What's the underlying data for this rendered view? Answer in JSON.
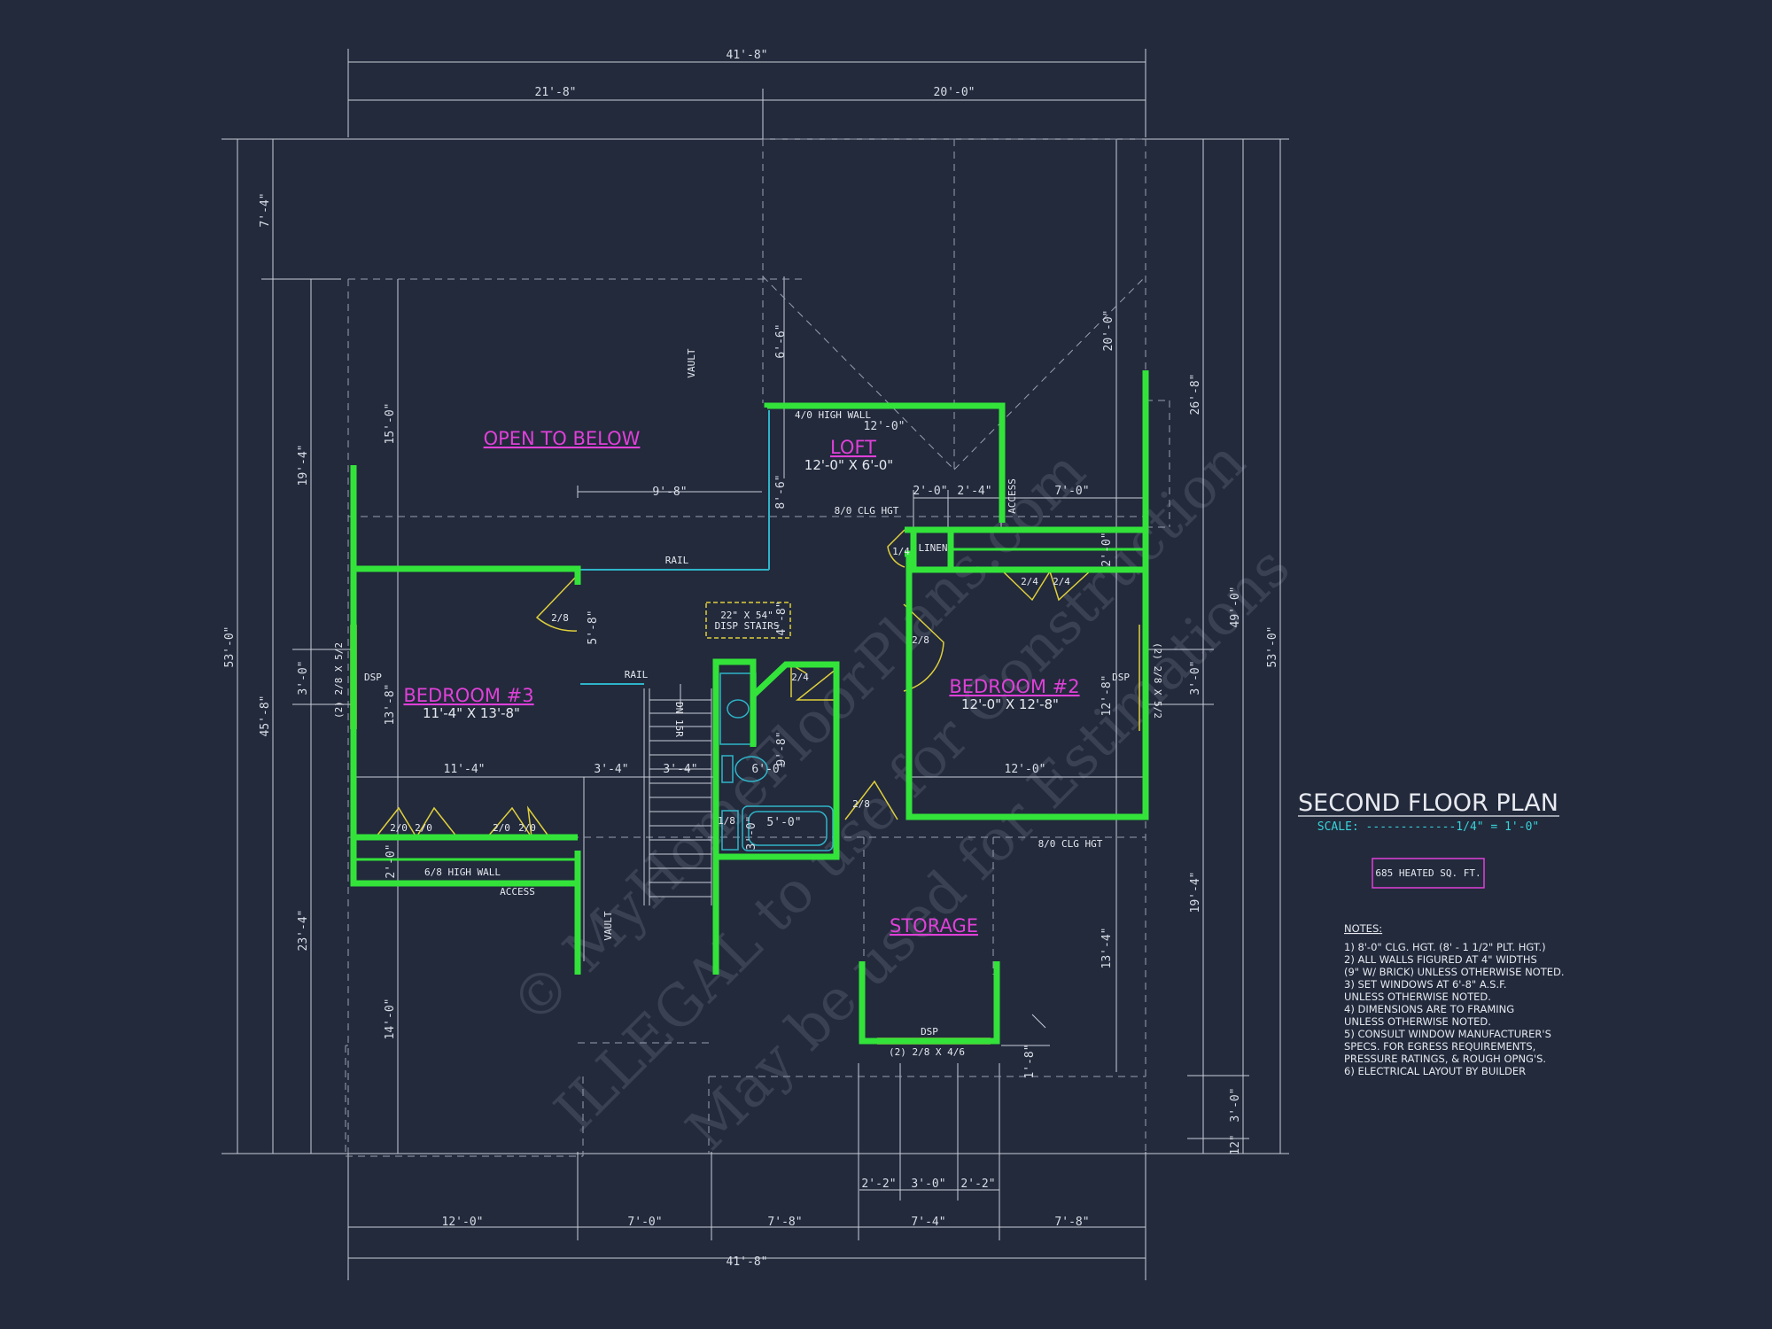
{
  "title": "SECOND FLOOR PLAN",
  "scale": "SCALE: -------------1/4\" = 1'-0\"",
  "heated_area": "685 HEATED SQ. FT.",
  "watermark": [
    "© MyHomeFloorPlans.com",
    "ILLEGAL to use for Construction",
    "May be used for Estimations"
  ],
  "rooms": {
    "open_to_below": "OPEN TO BELOW",
    "loft": "LOFT",
    "loft_size": "12'-0\" X 6'-0\"",
    "bedroom3": "BEDROOM #3",
    "bedroom3_size": "11'-4\" X 13'-8\"",
    "bedroom2": "BEDROOM #2",
    "bedroom2_size": "12'-0\" X 12'-8\"",
    "storage": "STORAGE"
  },
  "dimensions": {
    "top_total": "41'-8\"",
    "top_left": "21'-8\"",
    "top_right": "20'-0\"",
    "bottom_total": "41'-8\"",
    "bottom_1": "12'-0\"",
    "bottom_2": "7'-0\"",
    "bottom_3": "7'-8\"",
    "bottom_4": "7'-4\"",
    "bottom_5": "7'-8\"",
    "bottom_sub_1": "2'-2\"",
    "bottom_sub_2": "3'-0\"",
    "bottom_sub_3": "2'-2\"",
    "left_total": "53'-0\"",
    "left_top": "7'-4\"",
    "left_mid": "45'-8\"",
    "left_193": "19'-4\"",
    "left_30": "3'-0\"",
    "left_234": "23'-4\"",
    "right_total": "53'-0\"",
    "right_268": "26'-8\"",
    "right_490": "49'-0\"",
    "right_200": "20'-0\"",
    "right_30": "3'-0\"",
    "right_194": "19'-4\"",
    "right_30b": "3'-0\"",
    "right_12": "12\"",
    "d_150": "15'-0\"",
    "d_140": "14'-0\"",
    "d_138": "13'-8\"",
    "d_98": "9'-8\"",
    "d_66": "6'-6\"",
    "d_86": "8'-6\"",
    "d_120_loft": "12'-0\"",
    "d_20": "2'-0\"",
    "d_24": "2'-4\"",
    "d_70": "7'-0\"",
    "d_58": "5'-8\"",
    "d_114": "11'-4\"",
    "d_34a": "3'-4\"",
    "d_34b": "3'-4\"",
    "d_60": "6'-0\"",
    "d_98b": "9'-8\"",
    "d_50": "5'-0\"",
    "d_120_bed2": "12'-0\"",
    "d_128": "12'-8\"",
    "d_134": "13'-4\"",
    "d_18": "1'-8\"",
    "d_48": "4'-8\"",
    "d_20b": "2'-0\"",
    "d_30_r": "3'-0\"",
    "d_20c": "2'-0\""
  },
  "labels": {
    "high_wall_top": "4/0 HIGH WALL",
    "high_wall_bottom": "6/8 HIGH WALL",
    "clg_hgt_1": "8/0 CLG HGT",
    "clg_hgt_2": "8/0 CLG HGT",
    "access_1": "ACCESS",
    "access_2": "ACCESS",
    "linen": "LINEN",
    "rail_1": "RAIL",
    "rail_2": "RAIL",
    "vault_1": "VAULT",
    "vault_2": "VAULT",
    "disp_stairs_1": "22\" X 54\"",
    "disp_stairs_2": "DISP STAIRS",
    "dn": "DN 15R",
    "dsp_1": "DSP",
    "dsp_2": "DSP",
    "dsp_3": "DSP",
    "win_1": "(2) 2/8 X 5/2",
    "win_2": "(2) 2/8 X 5/2",
    "win_3": "(2) 2/8 X 4/6",
    "door_28a": "2/8",
    "door_28b": "2/8",
    "door_28c": "2/8",
    "door_24a": "2/4",
    "door_24b": "2/4",
    "door_24c": "2/4",
    "door_14": "1/4",
    "door_210a": "2/0",
    "door_210b": "2/0",
    "door_210c": "2/0",
    "door_210d": "2/0",
    "door_18": "1/8"
  },
  "notes_heading": "NOTES:",
  "notes": [
    "1) 8'-0\"  CLG. HGT. (8' - 1 1/2\" PLT. HGT.)",
    "2) ALL  WALLS FIGURED AT 4\" WIDTHS",
    "  (9\" W/ BRICK) UNLESS OTHERWISE NOTED.",
    "3) SET WINDOWS AT 6'-8\" A.S.F.",
    "    UNLESS OTHERWISE NOTED.",
    "4) DIMENSIONS ARE TO FRAMING",
    "    UNLESS OTHERWISE NOTED.",
    "5) CONSULT WINDOW MANUFACTURER'S",
    "    SPECS. FOR EGRESS REQUIREMENTS,",
    "    PRESSURE RATINGS, & ROUGH OPNG'S.",
    "6) ELECTRICAL LAYOUT BY BUILDER"
  ],
  "colors": {
    "background": "#222a3c",
    "wall": "#33e33a",
    "room_label": "#e040d8",
    "scale_text": "#39d3d8",
    "fixture": "#2fb4c8",
    "door": "#e0cf3a"
  }
}
